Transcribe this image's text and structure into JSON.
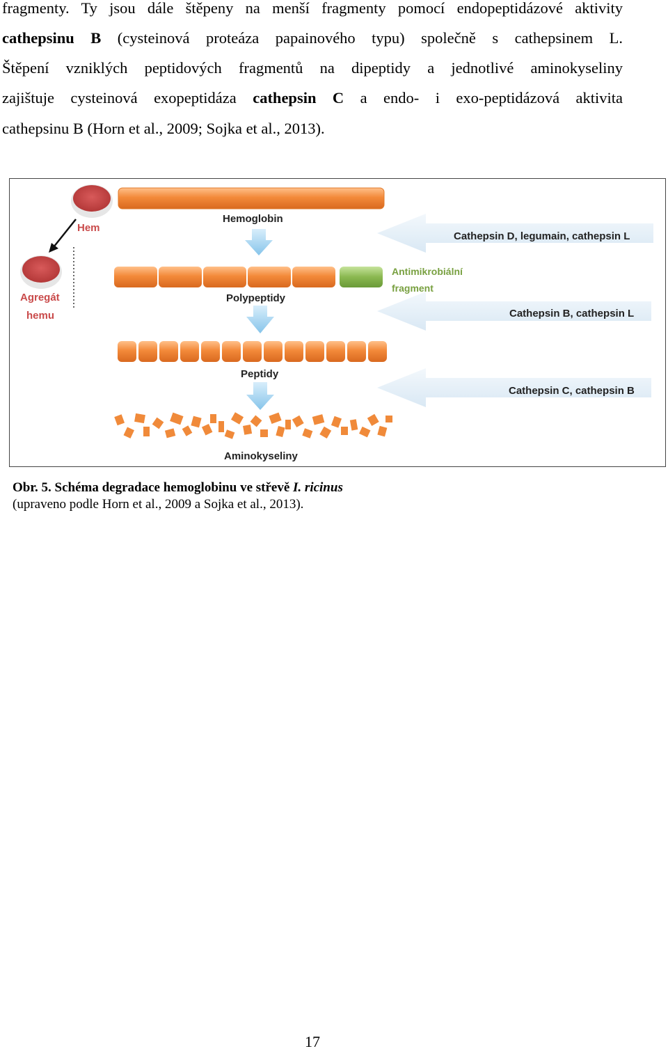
{
  "paragraph": {
    "line1": "fragmenty. Ty jsou dále štěpeny na menší fragmenty pomocí endopeptidázové aktivity",
    "line2_bold": "cathepsinu B",
    "line2_rest": " (cysteinová proteáza papainového typu) společně s cathepsinem L.",
    "line3": "Štěpení vzniklých peptidových fragmentů na dipeptidy a jednotlivé aminokyseliny",
    "line4_a": "zajištuje cysteinová exopeptidáza ",
    "line4_bold": "cathepsin C",
    "line4_b": " a endo- i exo-peptidázová aktivita",
    "line5": "cathepsinu B (Horn et al., 2009; Sojka et al., 2013)."
  },
  "figure": {
    "hem_label": "Hem",
    "aggregate_label_1": "Agregát",
    "aggregate_label_2": "hemu",
    "hemoglobin_label": "Hemoglobin",
    "polypeptide_label": "Polypeptidy",
    "peptide_label": "Peptidy",
    "amino_label": "Aminokyseliny",
    "antimicrobial_label_1": "Antimikrobiální",
    "antimicrobial_label_2": "fragment",
    "enzyme_1": "Cathepsin D, legumain, cathepsin L",
    "enzyme_2": "Cathepsin B, cathepsin L",
    "enzyme_3": "Cathepsin C, cathepsin B",
    "colors": {
      "orange": "#f08a3a",
      "green": "#8ab850",
      "heme_red": "#c94a4a",
      "arrow_blue": "#9fd0ee",
      "enzyme_arrow": "#e4eff8",
      "antimicrobial_text": "#78a040"
    }
  },
  "caption": {
    "line1_prefix": "Obr. 5. Schéma degradace hemoglobinu ve střevě ",
    "line1_italic": "I. ricinus",
    "line2": "(upraveno podle Horn et al., 2009 a Sojka et al., 2013)."
  },
  "page_number": "17"
}
